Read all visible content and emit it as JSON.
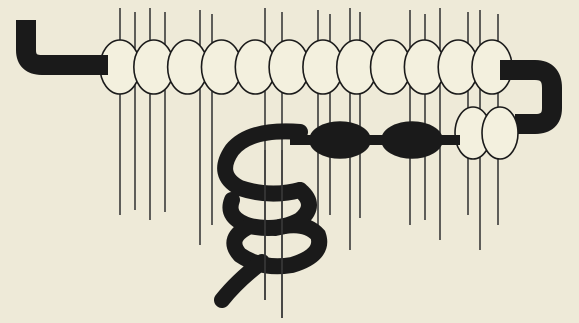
{
  "colors": {
    "background": "#eeead8",
    "cord": "#1a1a1a",
    "bead_fill": "#f3f0de",
    "bead_stroke": "#1a1a1a",
    "dark_bead": "#1a1a1a",
    "warp_thread": "#3a3a3a"
  },
  "diagram": {
    "top_row_bead_count": 12,
    "dark_bead_count": 2,
    "lower_light_bead_count": 2,
    "warp_thread_count": 18
  }
}
